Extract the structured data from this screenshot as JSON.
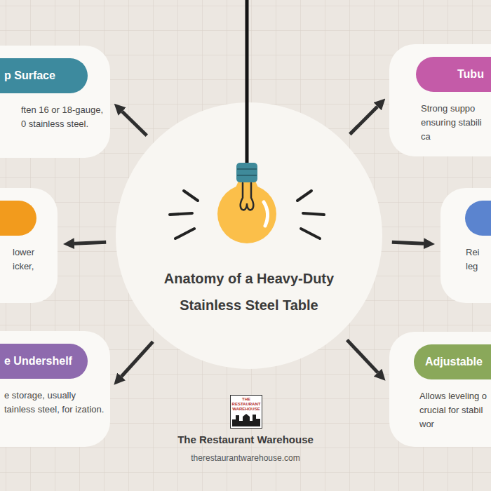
{
  "diagram": {
    "nodes": [
      {
        "text": [
          "Anatomy of a Heavy-Duty Stainless Steel Table"
        ]
      },
      {
        "text": [
          "p Surface",
          "ften 16 or 18-gauge, 0 stainless steel."
        ]
      },
      {
        "text": [
          "Tubu",
          "Strong suppo ensuring stabili ca"
        ]
      },
      {
        "text": [
          "lower icker,"
        ]
      },
      {
        "text": [
          "Rei leg"
        ]
      },
      {
        "text": [
          "e Undershelf",
          "e storage, usually tainless steel, for ization."
        ]
      },
      {
        "text": [
          "Adjustable",
          "Allows leveling o crucial for stabil wor"
        ]
      }
    ],
    "edges": [
      {
        "from": 0,
        "to": 1,
        "arrow": "to"
      },
      {
        "from": 0,
        "to": 2,
        "arrow": "to"
      },
      {
        "from": 0,
        "to": 3,
        "arrow": "to"
      },
      {
        "from": 0,
        "to": 4,
        "arrow": "to"
      },
      {
        "from": 0,
        "to": 5,
        "arrow": "to"
      },
      {
        "from": 0,
        "to": 6,
        "arrow": "to"
      }
    ],
    "labels": [
      "THE RESTAURANT WAREHOUSE",
      "The Restaurant Warehouse",
      "therestaurantwarehouse.com"
    ]
  }
}
